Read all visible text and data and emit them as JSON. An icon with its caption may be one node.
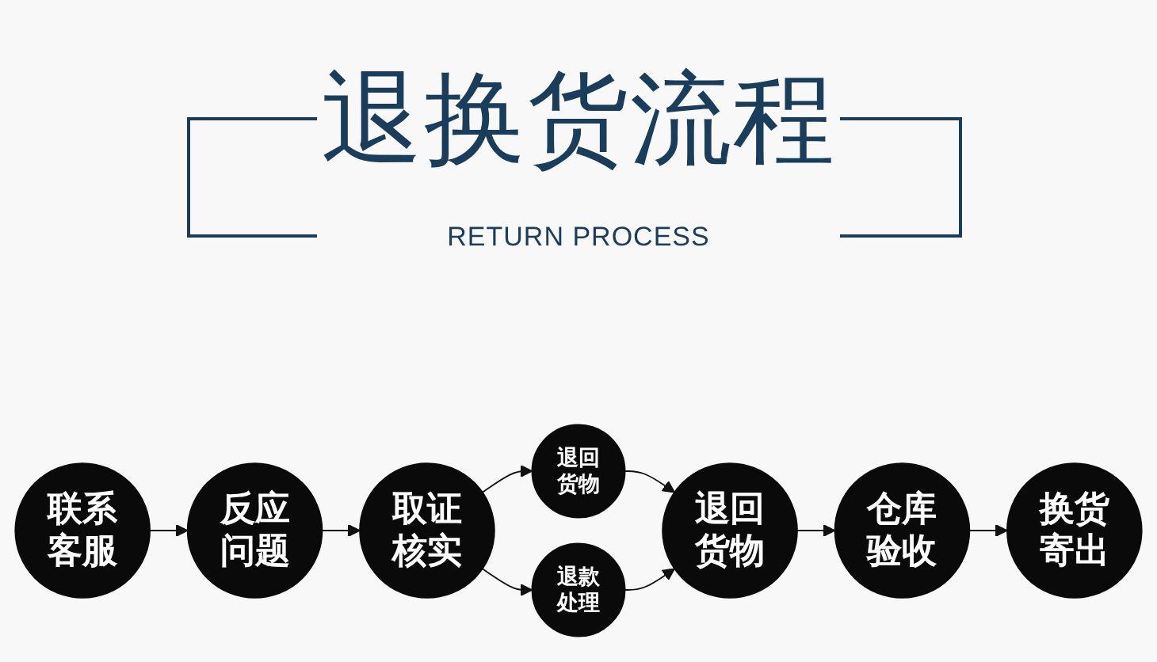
{
  "diagram": {
    "title": "退换货流程",
    "nodes": [
      {
        "text": [
          "联系客服"
        ]
      },
      {
        "text": [
          "反应问题"
        ]
      },
      {
        "text": [
          "取证核实"
        ]
      },
      {
        "text": [
          "退回货物"
        ]
      },
      {
        "text": [
          "退款处理"
        ]
      },
      {
        "text": [
          "退回货物"
        ]
      },
      {
        "text": [
          "仓库验收"
        ]
      },
      {
        "text": [
          "换货寄出"
        ]
      }
    ],
    "edges": [
      {
        "from": 0,
        "to": 1,
        "arrow": "to"
      },
      {
        "from": 1,
        "to": 2,
        "arrow": "to"
      },
      {
        "from": 2,
        "to": 3,
        "arrow": "to"
      },
      {
        "from": 2,
        "to": 4,
        "arrow": "to"
      },
      {
        "from": 3,
        "to": 5,
        "arrow": "to"
      },
      {
        "from": 4,
        "to": 5,
        "arrow": "to"
      },
      {
        "from": 5,
        "to": 6,
        "arrow": "to"
      },
      {
        "from": 6,
        "to": 7,
        "arrow": "to"
      }
    ],
    "labels": [
      "RETURN PROCESS"
    ]
  }
}
